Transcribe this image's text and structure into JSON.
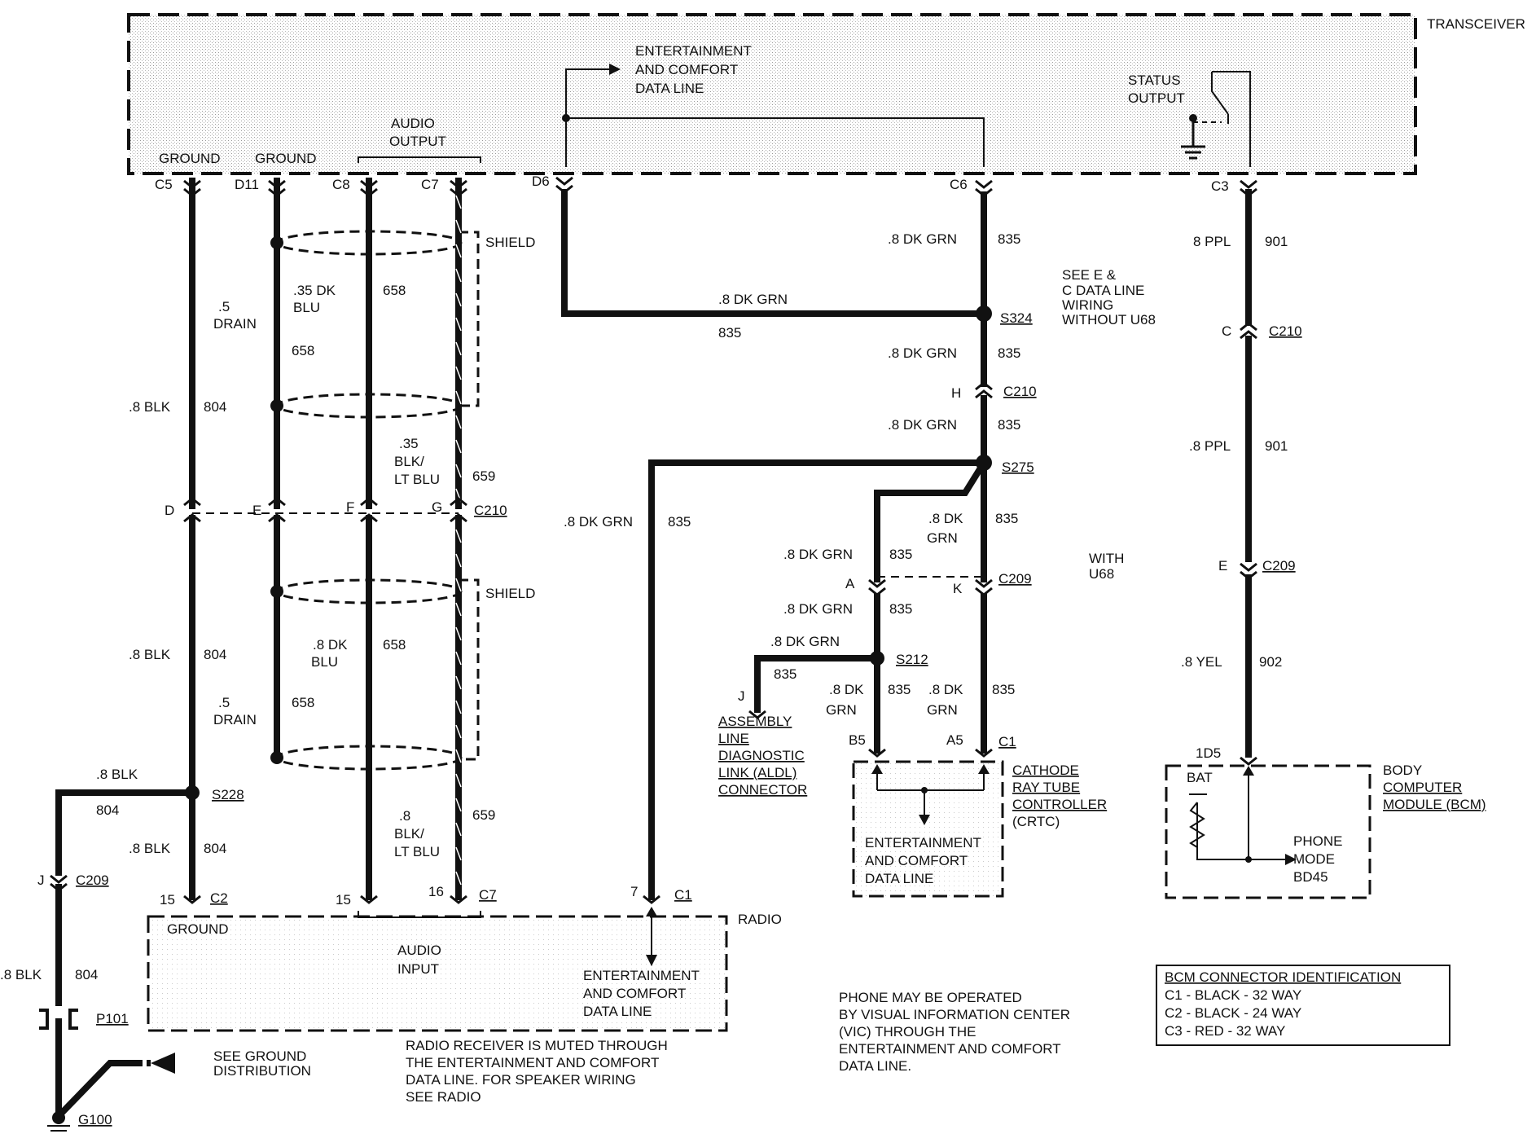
{
  "modules": {
    "transceiver": "TRANSCEIVER",
    "radio": "RADIO",
    "crtc": [
      "CATHODE",
      "RAY TUBE",
      "CONTROLLER",
      "(CRTC)"
    ],
    "bcm": [
      "BODY",
      "COMPUTER",
      "MODULE (BCM)"
    ]
  },
  "transceiver_labels": {
    "ecdl": [
      "ENTERTAINMENT",
      "AND COMFORT",
      "DATA LINE"
    ],
    "status": [
      "STATUS",
      "OUTPUT"
    ],
    "audio_output": [
      "AUDIO",
      "OUTPUT"
    ],
    "ground1": "GROUND",
    "ground2": "GROUND"
  },
  "pins": {
    "c5": "C5",
    "d11": "D11",
    "c8": "C8",
    "c7": "C7",
    "d6": "D6",
    "c6": "C6",
    "c3": "C3",
    "shield": "SHIELD"
  },
  "wires": {
    "w1": ".5",
    "w1b": "DRAIN",
    "w2": ".35 DK",
    "w2b": "BLU",
    "w2c": "658",
    "w3": "658",
    "blk": ".8 BLK",
    "n804": "804",
    "w35": ".35",
    "w35b": "BLK/",
    "w35c": "LT BLU",
    "n659": "659",
    "dkgrn": ".8 DK GRN",
    "n835": "835",
    "w8dk": ".8 DK",
    "grn": "GRN",
    "ppl": ".8 PPL",
    "ppl2": "8 PPL",
    "n901": "901",
    "yel": ".8 YEL",
    "n902": "902",
    "w8": ".8",
    "w8b": "BLK/",
    "w8c": "LT BLU",
    "drain2": ".5",
    "drain2b": "DRAIN",
    "w8dkblu": ".8 DK",
    "w8dkblu2": "BLU",
    "n658": "658"
  },
  "connectors": {
    "c210": "C210",
    "c209": "C209",
    "c2": "C2",
    "c7": "C7",
    "c1": "C1",
    "p101": "P101",
    "s324": "S324",
    "s275": "S275",
    "s212": "S212",
    "s228": "S228",
    "g100": "G100",
    "d": "D",
    "e": "E",
    "f": "F",
    "g": "G",
    "h": "H",
    "a": "A",
    "k": "K",
    "j": "J",
    "c": "C",
    "e2": "E",
    "b5": "B5",
    "a5": "A5",
    "id5": "1D5",
    "p15a": "15",
    "p15b": "15",
    "p16": "16",
    "p7": "7"
  },
  "notes": {
    "see_ec": [
      "SEE E &",
      "C DATA LINE",
      "WIRING",
      "WITHOUT U68"
    ],
    "with_u68": [
      "WITH",
      "U68"
    ],
    "aldl": [
      "ASSEMBLY",
      "LINE",
      "DIAGNOSTIC",
      "LINK (ALDL)",
      "CONNECTOR"
    ],
    "crtc_ecdl": [
      "ENTERTAINMENT",
      "AND COMFORT",
      "DATA LINE"
    ],
    "bcm_bat": "BAT",
    "bcm_phone": [
      "PHONE",
      "MODE",
      "BD45"
    ],
    "radio_ground": "GROUND",
    "audio_input": [
      "AUDIO",
      "INPUT"
    ],
    "radio_ecdl": [
      "ENTERTAINMENT",
      "AND COMFORT",
      "DATA LINE"
    ],
    "see_ground": [
      "SEE GROUND",
      "DISTRIBUTION"
    ],
    "radio_muted": [
      "RADIO RECEIVER IS MUTED THROUGH",
      "THE ENTERTAINMENT AND COMFORT",
      "DATA LINE. FOR SPEAKER WIRING",
      "SEE RADIO"
    ],
    "phone_note": [
      "PHONE MAY BE OPERATED",
      "BY VISUAL INFORMATION CENTER",
      "(VIC) THROUGH THE",
      "ENTERTAINMENT AND COMFORT",
      "DATA LINE."
    ]
  },
  "bcm_id": {
    "title": "BCM CONNECTOR IDENTIFICATION",
    "rows": [
      "C1 - BLACK - 32 WAY",
      "C2 - BLACK - 24 WAY",
      "C3 - RED - 32 WAY"
    ]
  }
}
